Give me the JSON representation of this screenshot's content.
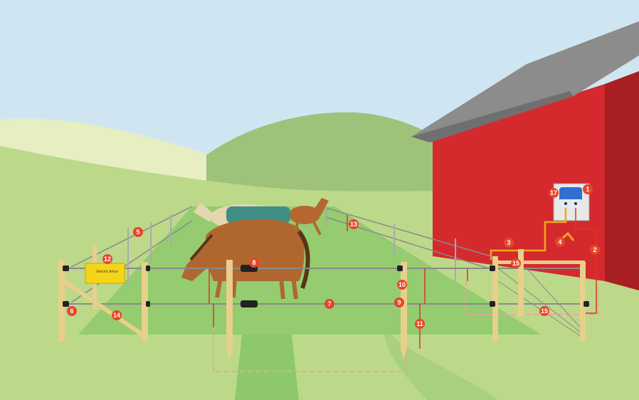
{
  "colors": {
    "sky": "#cfe6f2",
    "far_hill": "#e6eec2",
    "mid_hill": "#9fc27a",
    "pasture": "#bcd98a",
    "grass_path": "#8dc96a",
    "barn_red": "#d42a2e",
    "barn_side": "#a81f22",
    "barn_roof": "#8c8c8c",
    "post": "#e8cf8a",
    "wire": "#8a8a8a",
    "lead_red": "#e0332b",
    "lead_yellow": "#f0a818",
    "earth_dashed": "#f2a0a0",
    "callout": "#e8452c",
    "insulator": "#222222",
    "warning_sign": "#f4d51a"
  },
  "warning_sign": {
    "text": "⚡ Electric fence"
  },
  "callouts": [
    {
      "id": "callout-1",
      "label": "1"
    },
    {
      "id": "callout-2",
      "label": "2"
    },
    {
      "id": "callout-3",
      "label": "3"
    },
    {
      "id": "callout-4",
      "label": "4"
    },
    {
      "id": "callout-5",
      "label": "5"
    },
    {
      "id": "callout-6",
      "label": "6"
    },
    {
      "id": "callout-7",
      "label": "7"
    },
    {
      "id": "callout-8",
      "label": "8"
    },
    {
      "id": "callout-9",
      "label": "9"
    },
    {
      "id": "callout-10",
      "label": "10"
    },
    {
      "id": "callout-11",
      "label": "11"
    },
    {
      "id": "callout-12",
      "label": "12"
    },
    {
      "id": "callout-13",
      "label": "13"
    },
    {
      "id": "callout-14",
      "label": "14"
    },
    {
      "id": "callout-15a",
      "label": "15"
    },
    {
      "id": "callout-15b",
      "label": "15"
    },
    {
      "id": "callout-17",
      "label": "17"
    }
  ]
}
